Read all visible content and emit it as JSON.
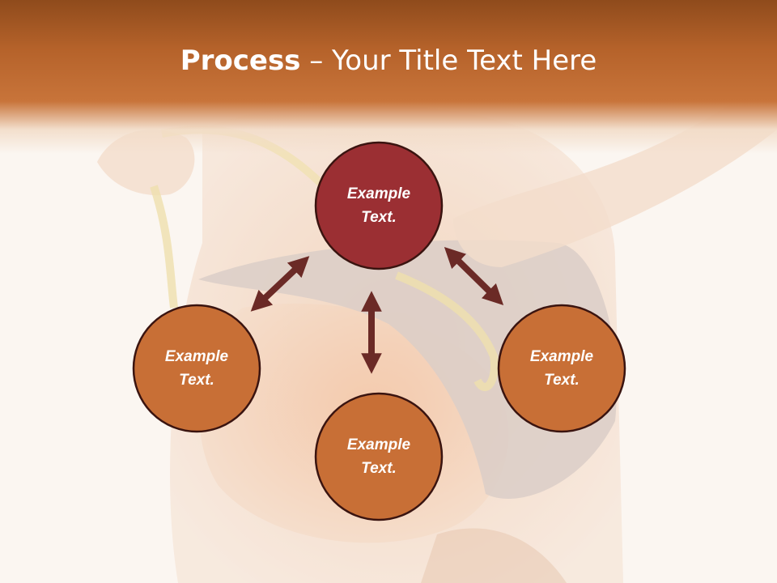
{
  "title": {
    "bold": "Process",
    "rest": " – Your Title Text Here"
  },
  "nodes": [
    {
      "line1": "Example",
      "line2": "Text.",
      "color": "#9b2f33"
    },
    {
      "line1": "Example",
      "line2": "Text.",
      "color": "#c86f36"
    },
    {
      "line1": "Example",
      "line2": "Text.",
      "color": "#c86f36"
    },
    {
      "line1": "Example",
      "line2": "Text.",
      "color": "#c86f36"
    }
  ],
  "colors": {
    "title_bar": "#b5622a",
    "arrow": "#6b2a26",
    "node_border": "#3a1410",
    "text": "#ffffff"
  }
}
